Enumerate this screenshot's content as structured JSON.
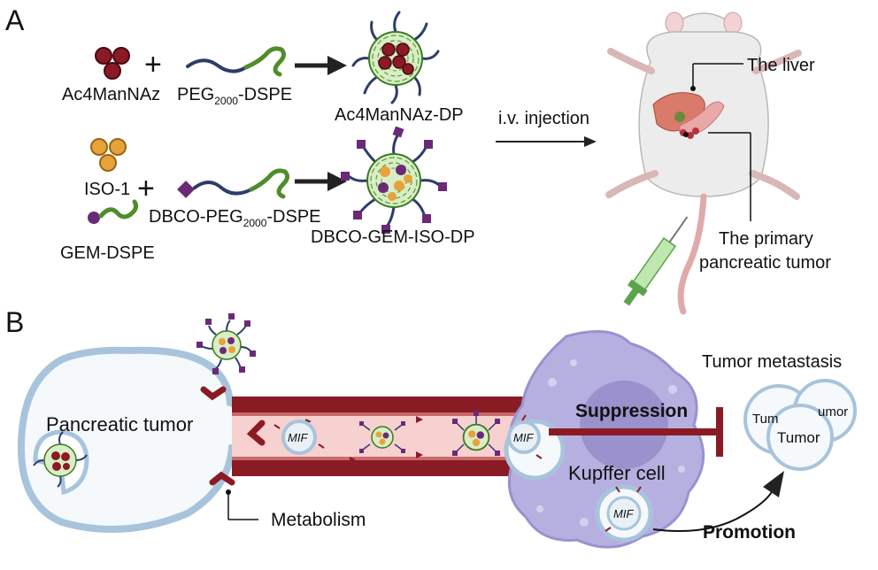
{
  "panel_a": {
    "letter": "A",
    "row1": {
      "reagent": "Ac4ManNAz",
      "plus": "+",
      "lipid_prefix": "PEG",
      "lipid_sub": "2000",
      "lipid_suffix": "-DSPE",
      "product": "Ac4ManNAz-DP"
    },
    "row2": {
      "reagent_1": "ISO-1",
      "plus": "+",
      "reagent_2": "GEM-DSPE",
      "lipid_prefix": "DBCO-PEG",
      "lipid_sub": "2000",
      "lipid_suffix": "-DSPE",
      "product": "DBCO-GEM-ISO-DP"
    },
    "injection": "i.v. injection",
    "liver_label": "The liver",
    "tumor_label_line1": "The primary",
    "tumor_label_line2": "pancreatic tumor"
  },
  "panel_b": {
    "letter": "B",
    "pancreatic_tumor": "Pancreatic tumor",
    "metabolism": "Metabolism",
    "mif": "MIF",
    "suppression": "Suppression",
    "kupffer_cell": "Kupffer cell",
    "promotion": "Promotion",
    "tumor_metastasis": "Tumor metastasis",
    "tumor_front": "Tumor",
    "tumor_back_left": "Tum",
    "tumor_back_right": "umor"
  },
  "colors": {
    "nanoparticle_red": "#8b1a24",
    "iso_orange": "#e8a23a",
    "purple": "#6a2a78",
    "green_coil": "#4f8d2a",
    "vessel": "#8a1b24",
    "kupffer": "#b6b0e0",
    "cell_outline": "#a8c4dc"
  }
}
